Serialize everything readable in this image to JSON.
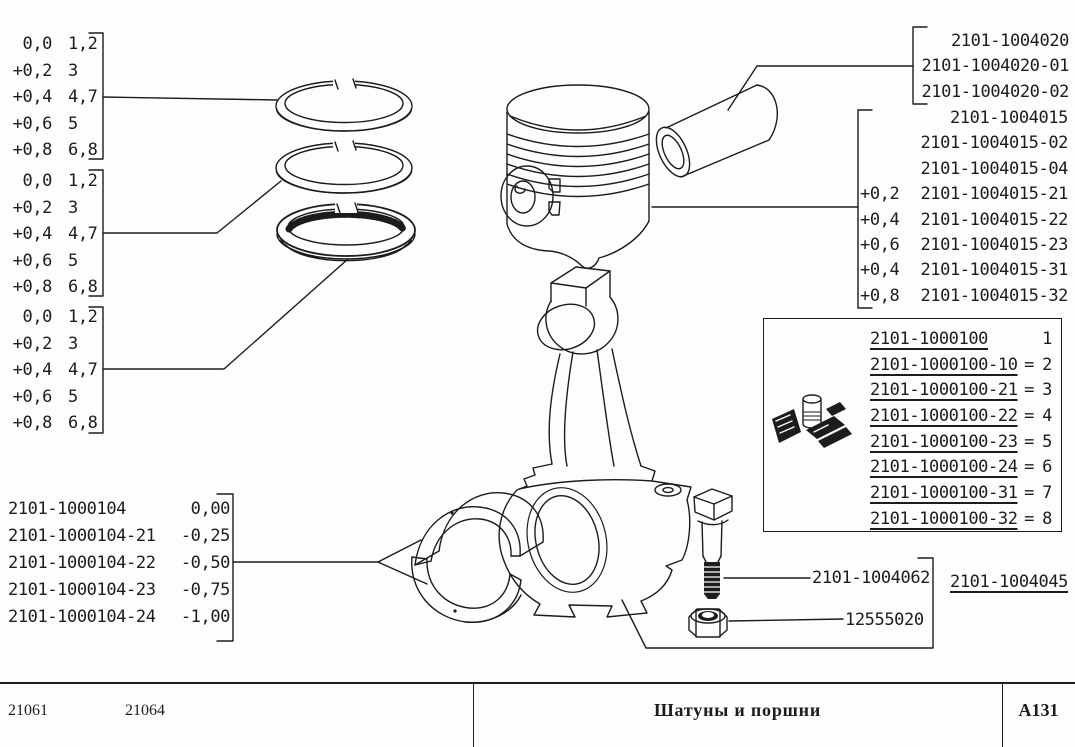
{
  "palette": {
    "ink": "#1c1c1c",
    "paper": "#fdfdfb"
  },
  "ring_size_table": {
    "rows": [
      {
        "offset": "0,0",
        "gap": "1,2"
      },
      {
        "offset": "+0,2",
        "gap": "3"
      },
      {
        "offset": "+0,4",
        "gap": "4,7"
      },
      {
        "offset": "+0,6",
        "gap": "5"
      },
      {
        "offset": "+0,8",
        "gap": "6,8"
      }
    ]
  },
  "bearing_shell_table": {
    "rows": [
      {
        "part": "2101-1000104",
        "size": "0,00"
      },
      {
        "part": "2101-1000104-21",
        "size": "-0,25"
      },
      {
        "part": "2101-1000104-22",
        "size": "-0,50"
      },
      {
        "part": "2101-1000104-23",
        "size": "-0,75"
      },
      {
        "part": "2101-1000104-24",
        "size": "-1,00"
      }
    ]
  },
  "pin_labels": {
    "items": [
      "2101-1004020",
      "2101-1004020-01",
      "2101-1004020-02"
    ]
  },
  "piston_labels": {
    "rows": [
      {
        "offset": "",
        "part": "2101-1004015"
      },
      {
        "offset": "",
        "part": "2101-1004015-02"
      },
      {
        "offset": "",
        "part": "2101-1004015-04"
      },
      {
        "offset": "+0,2",
        "part": "2101-1004015-21"
      },
      {
        "offset": "+0,4",
        "part": "2101-1004015-22"
      },
      {
        "offset": "+0,6",
        "part": "2101-1004015-23"
      },
      {
        "offset": "+0,4",
        "part": "2101-1004015-31"
      },
      {
        "offset": "+0,8",
        "part": "2101-1004015-32"
      }
    ]
  },
  "rod_kit_table": {
    "rows": [
      {
        "part": "2101-1000100",
        "eq": "",
        "num": "1"
      },
      {
        "part": "2101-1000100-10",
        "eq": "=",
        "num": "2"
      },
      {
        "part": "2101-1000100-21",
        "eq": "=",
        "num": "3"
      },
      {
        "part": "2101-1000100-22",
        "eq": "=",
        "num": "4"
      },
      {
        "part": "2101-1000100-23",
        "eq": "=",
        "num": "5"
      },
      {
        "part": "2101-1000100-24",
        "eq": "=",
        "num": "6"
      },
      {
        "part": "2101-1000100-31",
        "eq": "=",
        "num": "7"
      },
      {
        "part": "2101-1000100-32",
        "eq": "=",
        "num": "8"
      }
    ]
  },
  "part_labels": {
    "bolt": "2101-1004062",
    "nut": "12555020",
    "bearing_set": "2101-1004045"
  },
  "footer": {
    "model_1": "21061",
    "model_2": "21064",
    "title": "Шатуны и поршни",
    "page_code": "A131"
  },
  "icons": {
    "kit_icon": "repair-kit-pictogram"
  }
}
